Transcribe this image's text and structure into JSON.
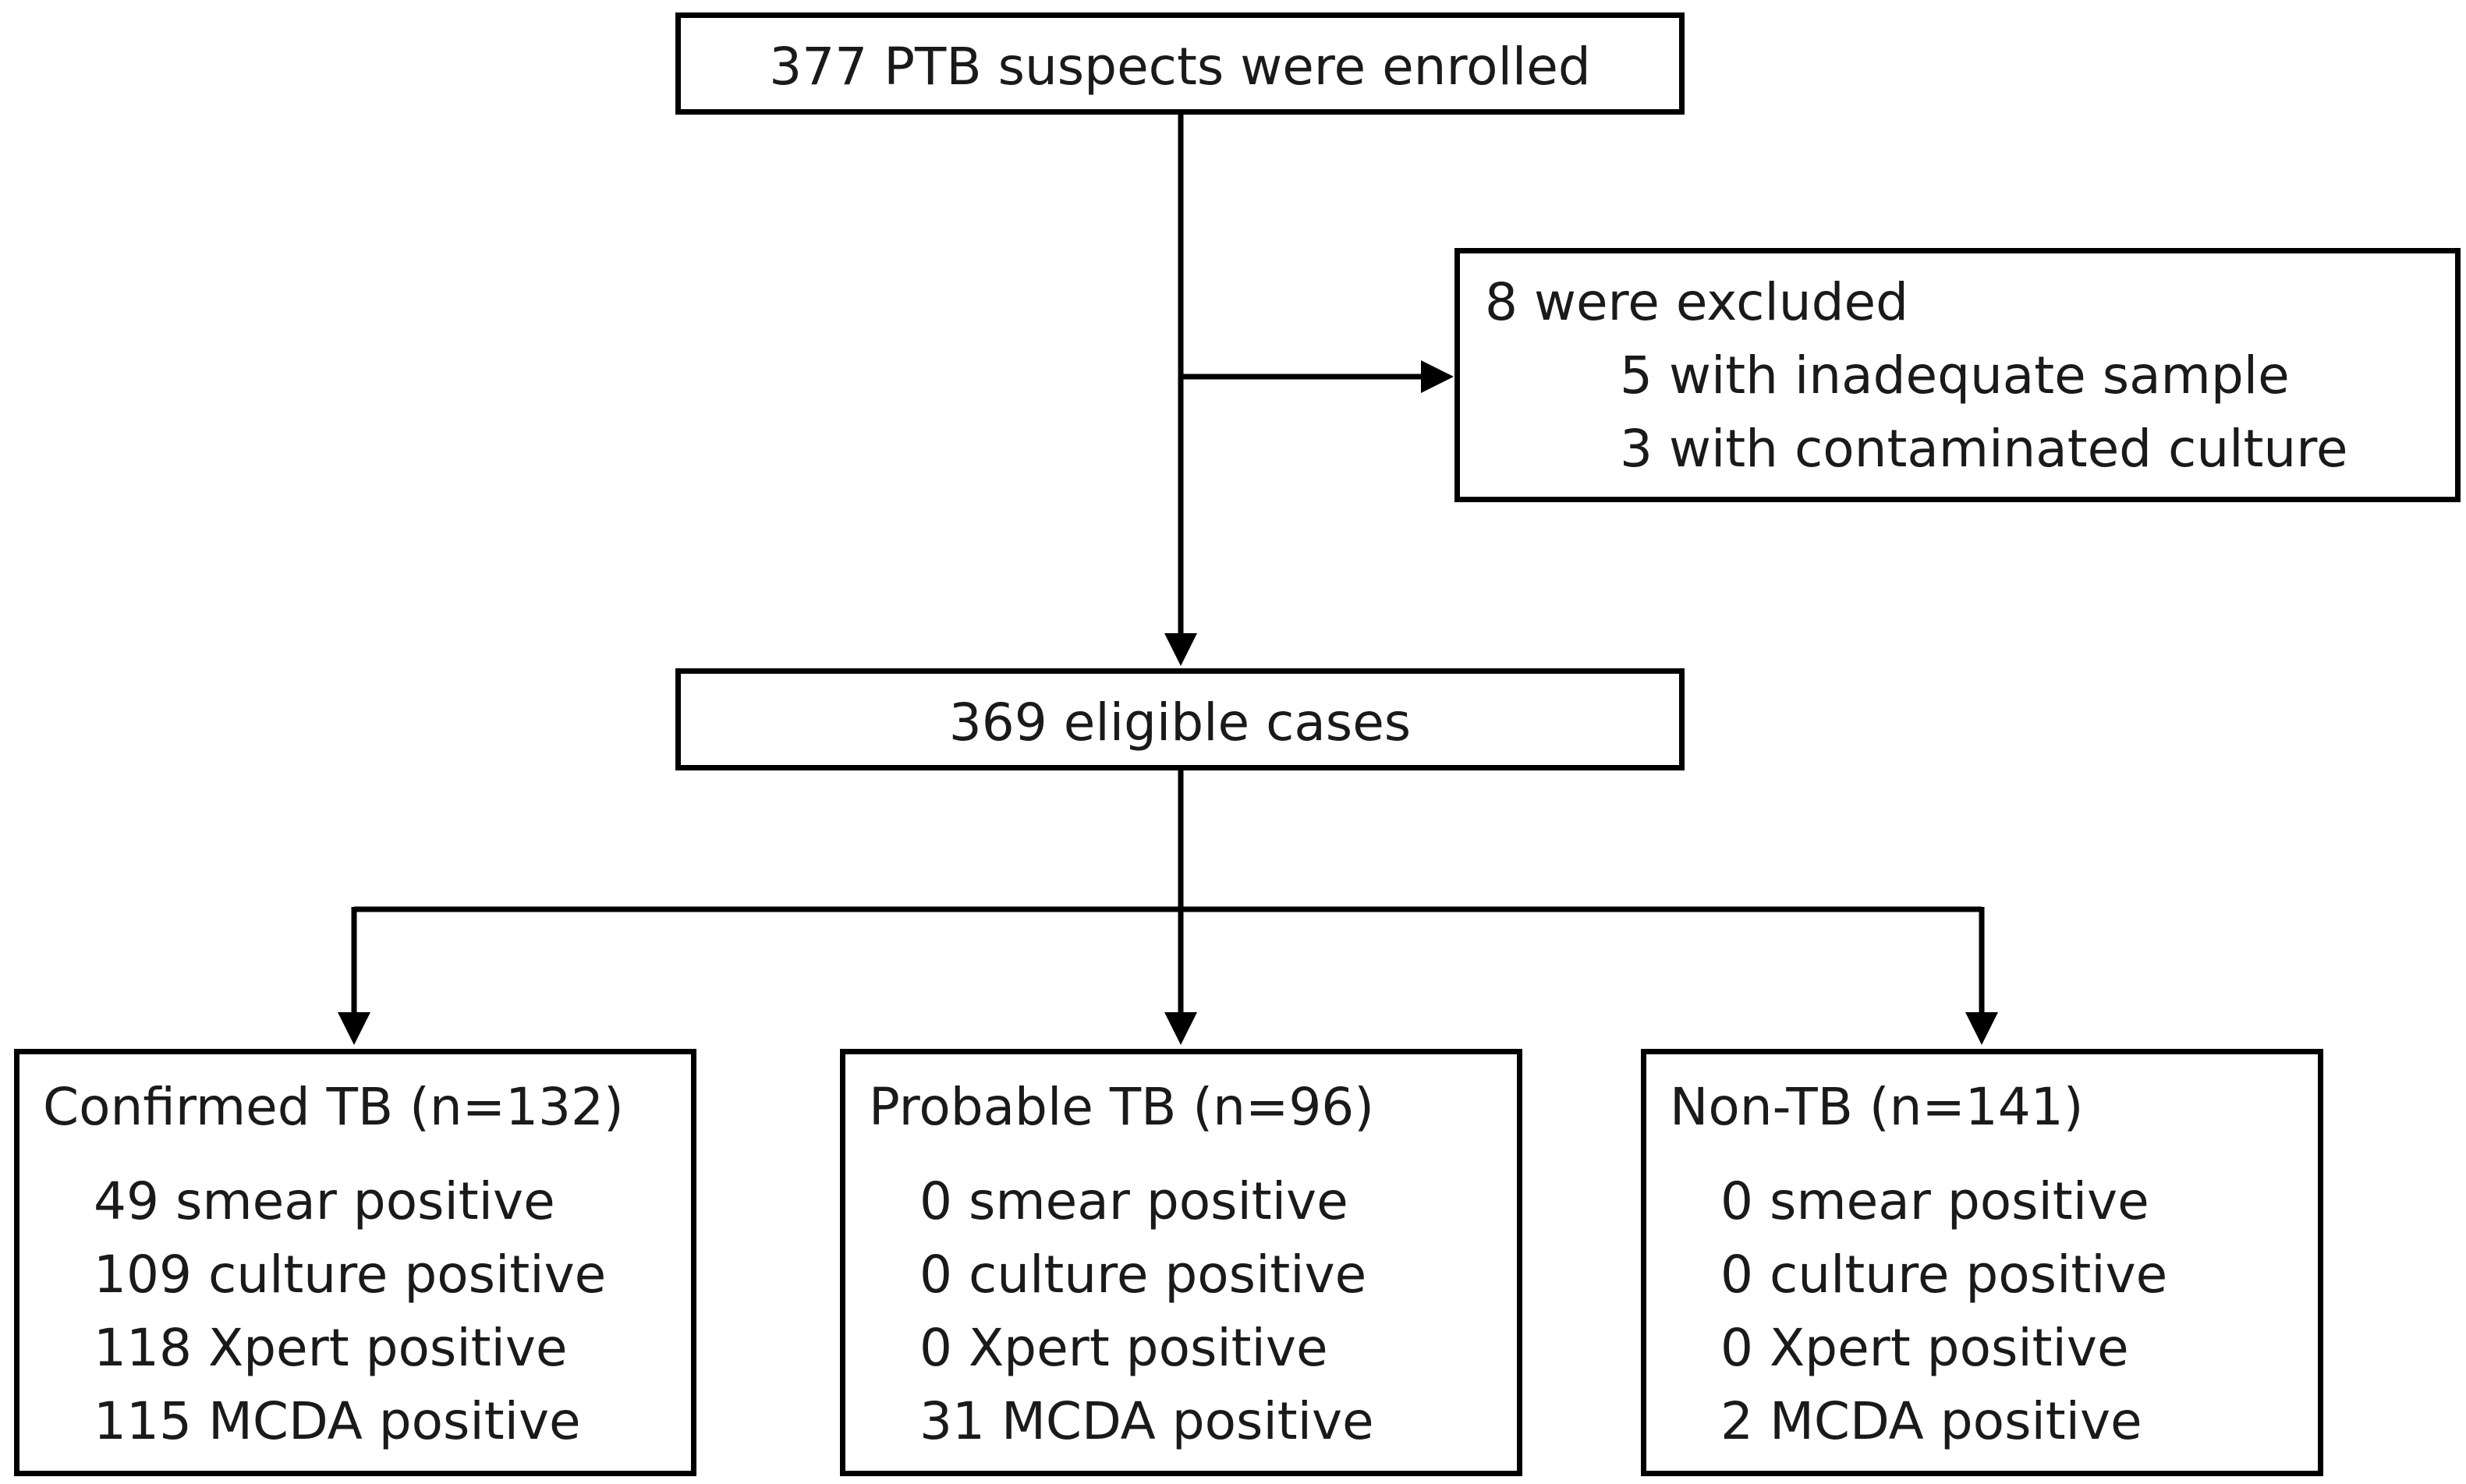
{
  "enrolled": {
    "label": "377 PTB suspects were enrolled"
  },
  "excluded": {
    "title": "8 were excluded",
    "reasons": [
      "5 with inadequate sample",
      "3 with contaminated culture"
    ]
  },
  "eligible": {
    "label": "369 eligible cases"
  },
  "groups": [
    {
      "title": "Confirmed TB (n=132)",
      "items": [
        "49 smear positive",
        "109 culture positive",
        "118 Xpert positive",
        "115 MCDA positive"
      ]
    },
    {
      "title": "Probable TB (n=96)",
      "items": [
        "0 smear positive",
        "0 culture positive",
        "0 Xpert positive",
        "31 MCDA positive"
      ]
    },
    {
      "title": "Non-TB (n=141)",
      "items": [
        "0 smear positive",
        "0 culture positive",
        "0 Xpert positive",
        "2 MCDA positive"
      ]
    }
  ]
}
